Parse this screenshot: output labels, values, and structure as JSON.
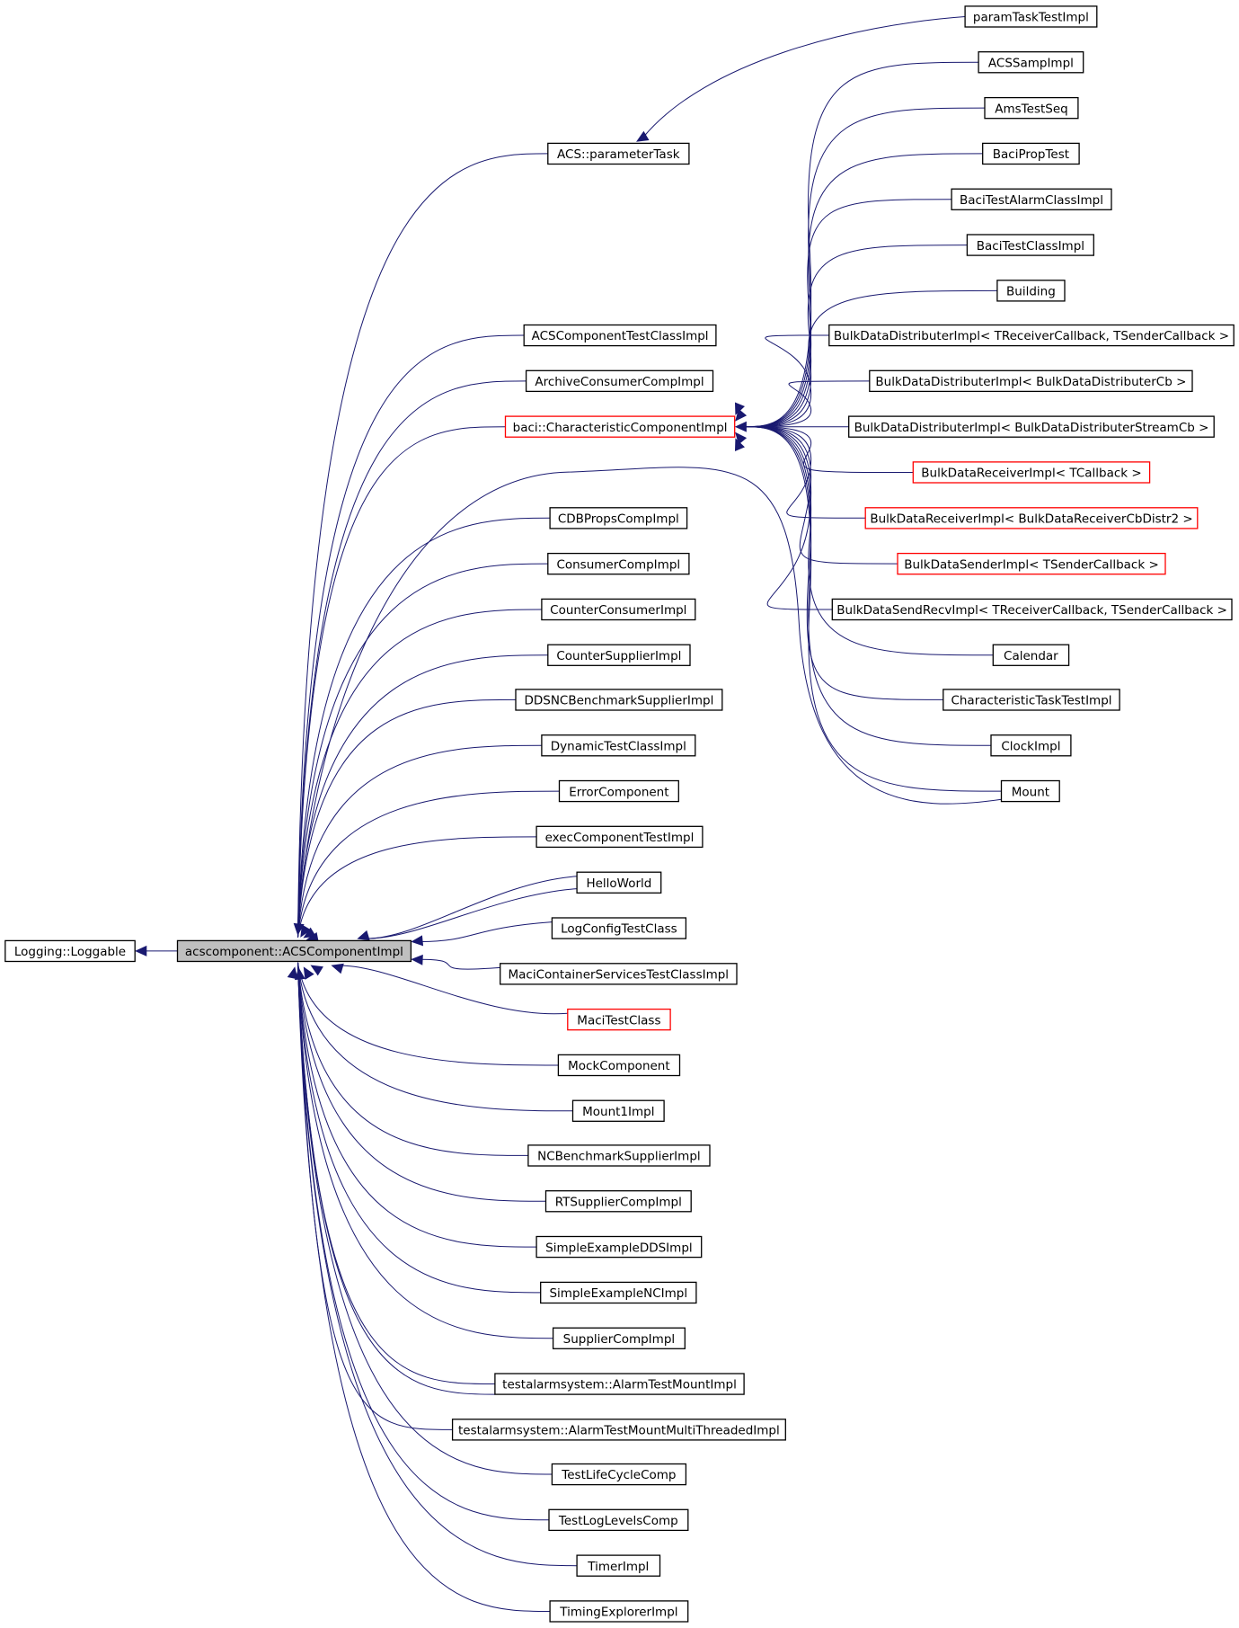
{
  "diagram": {
    "nodes": [
      {
        "id": "loggable",
        "label": "Logging::Loggable",
        "style": "normal"
      },
      {
        "id": "acsimpl",
        "label": "acscomponent::ACSComponentImpl",
        "style": "focus"
      },
      {
        "id": "paramtask",
        "label": "ACS::parameterTask",
        "style": "normal"
      },
      {
        "id": "charcomp",
        "label": "baci::CharacteristicComponentImpl",
        "style": "red"
      },
      {
        "id": "paramTaskTestImpl",
        "label": "paramTaskTestImpl",
        "style": "normal"
      },
      {
        "id": "ACSSampImpl",
        "label": "ACSSampImpl",
        "style": "normal"
      },
      {
        "id": "AmsTestSeq",
        "label": "AmsTestSeq",
        "style": "normal"
      },
      {
        "id": "BaciPropTest",
        "label": "BaciPropTest",
        "style": "normal"
      },
      {
        "id": "BaciTestAlarmClassImpl",
        "label": "BaciTestAlarmClassImpl",
        "style": "normal"
      },
      {
        "id": "BaciTestClassImpl",
        "label": "BaciTestClassImpl",
        "style": "normal"
      },
      {
        "id": "Building",
        "label": "Building",
        "style": "normal"
      },
      {
        "id": "BDD_TRS",
        "label": "BulkDataDistributerImpl< TReceiverCallback, TSenderCallback >",
        "style": "normal"
      },
      {
        "id": "BDD_Cb",
        "label": "BulkDataDistributerImpl< BulkDataDistributerCb >",
        "style": "normal"
      },
      {
        "id": "BDD_StreamCb",
        "label": "BulkDataDistributerImpl< BulkDataDistributerStreamCb >",
        "style": "normal"
      },
      {
        "id": "BDR_T",
        "label": "BulkDataReceiverImpl< TCallback >",
        "style": "red"
      },
      {
        "id": "BDR_D2",
        "label": "BulkDataReceiverImpl< BulkDataReceiverCbDistr2 >",
        "style": "red"
      },
      {
        "id": "BDS_T",
        "label": "BulkDataSenderImpl< TSenderCallback >",
        "style": "red"
      },
      {
        "id": "BDSR",
        "label": "BulkDataSendRecvImpl< TReceiverCallback, TSenderCallback >",
        "style": "normal"
      },
      {
        "id": "Calendar",
        "label": "Calendar",
        "style": "normal"
      },
      {
        "id": "CharTaskTestImpl",
        "label": "CharacteristicTaskTestImpl",
        "style": "normal"
      },
      {
        "id": "ClockImpl",
        "label": "ClockImpl",
        "style": "normal"
      },
      {
        "id": "Mount",
        "label": "Mount",
        "style": "normal"
      },
      {
        "id": "ACSCompTestClassImpl",
        "label": "ACSComponentTestClassImpl",
        "style": "normal"
      },
      {
        "id": "ArchiveConsumerCompImpl",
        "label": "ArchiveConsumerCompImpl",
        "style": "normal"
      },
      {
        "id": "CDBPropsCompImpl",
        "label": "CDBPropsCompImpl",
        "style": "normal"
      },
      {
        "id": "ConsumerCompImpl",
        "label": "ConsumerCompImpl",
        "style": "normal"
      },
      {
        "id": "CounterConsumerImpl",
        "label": "CounterConsumerImpl",
        "style": "normal"
      },
      {
        "id": "CounterSupplierImpl",
        "label": "CounterSupplierImpl",
        "style": "normal"
      },
      {
        "id": "DDSNCBenchmarkSupplierImpl",
        "label": "DDSNCBenchmarkSupplierImpl",
        "style": "normal"
      },
      {
        "id": "DynamicTestClassImpl",
        "label": "DynamicTestClassImpl",
        "style": "normal"
      },
      {
        "id": "ErrorComponent",
        "label": "ErrorComponent",
        "style": "normal"
      },
      {
        "id": "execComponentTestImpl",
        "label": "execComponentTestImpl",
        "style": "normal"
      },
      {
        "id": "HelloWorld",
        "label": "HelloWorld",
        "style": "normal"
      },
      {
        "id": "LogConfigTestClass",
        "label": "LogConfigTestClass",
        "style": "normal"
      },
      {
        "id": "MaciContainerServicesTestClassImpl",
        "label": "MaciContainerServicesTestClassImpl",
        "style": "normal"
      },
      {
        "id": "MaciTestClass",
        "label": "MaciTestClass",
        "style": "red"
      },
      {
        "id": "MockComponent",
        "label": "MockComponent",
        "style": "normal"
      },
      {
        "id": "Mount1Impl",
        "label": "Mount1Impl",
        "style": "normal"
      },
      {
        "id": "NCBenchmarkSupplierImpl",
        "label": "NCBenchmarkSupplierImpl",
        "style": "normal"
      },
      {
        "id": "RTSupplierCompImpl",
        "label": "RTSupplierCompImpl",
        "style": "normal"
      },
      {
        "id": "SimpleExampleDDSImpl",
        "label": "SimpleExampleDDSImpl",
        "style": "normal"
      },
      {
        "id": "SimpleExampleNCImpl",
        "label": "SimpleExampleNCImpl",
        "style": "normal"
      },
      {
        "id": "SupplierCompImpl",
        "label": "SupplierCompImpl",
        "style": "normal"
      },
      {
        "id": "AlarmTestMountImpl",
        "label": "testalarmsystem::AlarmTestMountImpl",
        "style": "normal"
      },
      {
        "id": "AlarmTestMountMTImpl",
        "label": "testalarmsystem::AlarmTestMountMultiThreadedImpl",
        "style": "normal"
      },
      {
        "id": "TestLifeCycleComp",
        "label": "TestLifeCycleComp",
        "style": "normal"
      },
      {
        "id": "TestLogLevelsComp",
        "label": "TestLogLevelsComp",
        "style": "normal"
      },
      {
        "id": "TimerImpl",
        "label": "TimerImpl",
        "style": "normal"
      },
      {
        "id": "TimingExplorerImpl",
        "label": "TimingExplorerImpl",
        "style": "normal"
      }
    ],
    "edges": [
      {
        "from": "acsimpl",
        "to": "loggable"
      },
      {
        "from": "paramtask",
        "to": "acsimpl"
      },
      {
        "from": "charcomp",
        "to": "acsimpl"
      },
      {
        "from": "paramTaskTestImpl",
        "to": "paramtask"
      },
      {
        "from": "ACSSampImpl",
        "to": "charcomp"
      },
      {
        "from": "AmsTestSeq",
        "to": "charcomp"
      },
      {
        "from": "BaciPropTest",
        "to": "charcomp"
      },
      {
        "from": "BaciTestAlarmClassImpl",
        "to": "charcomp"
      },
      {
        "from": "BaciTestClassImpl",
        "to": "charcomp"
      },
      {
        "from": "Building",
        "to": "charcomp"
      },
      {
        "from": "BDD_TRS",
        "to": "charcomp"
      },
      {
        "from": "BDD_Cb",
        "to": "charcomp"
      },
      {
        "from": "BDD_StreamCb",
        "to": "charcomp"
      },
      {
        "from": "BDR_T",
        "to": "charcomp"
      },
      {
        "from": "BDR_D2",
        "to": "charcomp"
      },
      {
        "from": "BDS_T",
        "to": "charcomp"
      },
      {
        "from": "BDSR",
        "to": "charcomp"
      },
      {
        "from": "Calendar",
        "to": "charcomp"
      },
      {
        "from": "CharTaskTestImpl",
        "to": "charcomp"
      },
      {
        "from": "ClockImpl",
        "to": "charcomp"
      },
      {
        "from": "Mount",
        "to": "charcomp"
      },
      {
        "from": "Mount",
        "to": "acsimpl"
      },
      {
        "from": "ACSCompTestClassImpl",
        "to": "acsimpl"
      },
      {
        "from": "ArchiveConsumerCompImpl",
        "to": "acsimpl"
      },
      {
        "from": "CDBPropsCompImpl",
        "to": "acsimpl"
      },
      {
        "from": "ConsumerCompImpl",
        "to": "acsimpl"
      },
      {
        "from": "CounterConsumerImpl",
        "to": "acsimpl"
      },
      {
        "from": "CounterSupplierImpl",
        "to": "acsimpl"
      },
      {
        "from": "DDSNCBenchmarkSupplierImpl",
        "to": "acsimpl"
      },
      {
        "from": "DynamicTestClassImpl",
        "to": "acsimpl"
      },
      {
        "from": "ErrorComponent",
        "to": "acsimpl"
      },
      {
        "from": "execComponentTestImpl",
        "to": "acsimpl"
      },
      {
        "from": "HelloWorld",
        "to": "acsimpl"
      },
      {
        "from": "HelloWorld",
        "to": "acsimpl"
      },
      {
        "from": "LogConfigTestClass",
        "to": "acsimpl"
      },
      {
        "from": "MaciContainerServicesTestClassImpl",
        "to": "acsimpl"
      },
      {
        "from": "MaciTestClass",
        "to": "acsimpl"
      },
      {
        "from": "MockComponent",
        "to": "acsimpl"
      },
      {
        "from": "Mount1Impl",
        "to": "acsimpl"
      },
      {
        "from": "NCBenchmarkSupplierImpl",
        "to": "acsimpl"
      },
      {
        "from": "RTSupplierCompImpl",
        "to": "acsimpl"
      },
      {
        "from": "SimpleExampleDDSImpl",
        "to": "acsimpl"
      },
      {
        "from": "SimpleExampleNCImpl",
        "to": "acsimpl"
      },
      {
        "from": "SupplierCompImpl",
        "to": "acsimpl"
      },
      {
        "from": "AlarmTestMountImpl",
        "to": "acsimpl"
      },
      {
        "from": "AlarmTestMountImpl",
        "to": "acsimpl"
      },
      {
        "from": "AlarmTestMountMTImpl",
        "to": "acsimpl"
      },
      {
        "from": "TestLifeCycleComp",
        "to": "acsimpl"
      },
      {
        "from": "TestLogLevelsComp",
        "to": "acsimpl"
      },
      {
        "from": "TimerImpl",
        "to": "acsimpl"
      },
      {
        "from": "TimingExplorerImpl",
        "to": "acsimpl"
      }
    ],
    "colors": {
      "edge": "#191970",
      "node_border": "#000000",
      "node_border_highlight": "#ff0000",
      "focus_fill": "#bfbfbf",
      "background": "#ffffff"
    }
  }
}
